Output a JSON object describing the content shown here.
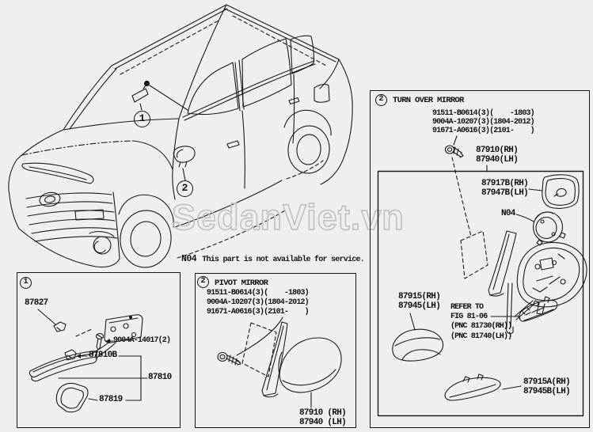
{
  "colors": {
    "background": "#efeef0",
    "ink": "#1b1b1b",
    "watermark": "#c3c2c7"
  },
  "watermark": {
    "text": "SedanViet.vn"
  },
  "note": {
    "code": "N04",
    "text": "This part is not available for service."
  },
  "car": {
    "callout_1": "1",
    "callout_2": "2"
  },
  "box_inner_mirror": {
    "callout": "1",
    "part_87827": "87827",
    "part_screw": "9004A-14017(2)",
    "part_87810b": "87810B",
    "part_87810": "87810",
    "part_87819": "87819"
  },
  "box_pivot_mirror": {
    "callout": "2",
    "title": "PIVOT MIRROR",
    "bolt_numbers": [
      "91511-B0614(3)(    -1803)",
      "9004A-10207(3)(1804-2012)",
      "91671-A0616(3)(2101-    )"
    ],
    "part_rh": "87910 (RH)",
    "part_lh": "87940 (LH)"
  },
  "box_turn_over_mirror": {
    "callout": "2",
    "title": "TURN OVER MIRROR",
    "bolt_numbers": [
      "91511-B0614(3)(    -1803)",
      "9004A-10207(3)(1804-2012)",
      "91671-A0616(3)(2101-    )"
    ],
    "part_mirror_rh": "87910(RH)",
    "part_mirror_lh": "87940(LH)",
    "part_glass_rh": "87917B(RH)",
    "part_glass_lh": "87947B(LH)",
    "n04_label": "N04",
    "part_cover_rh": "87915(RH)",
    "part_cover_lh": "87945(LH)",
    "refer_line_1": "REFER TO",
    "refer_line_2": "FIG 81-06",
    "refer_line_3": "(PNC 81730(RH))",
    "refer_line_4": "(PNC 81740(LH))",
    "part_lower_rh": "87915A(RH)",
    "part_lower_lh": "87945B(LH)"
  }
}
